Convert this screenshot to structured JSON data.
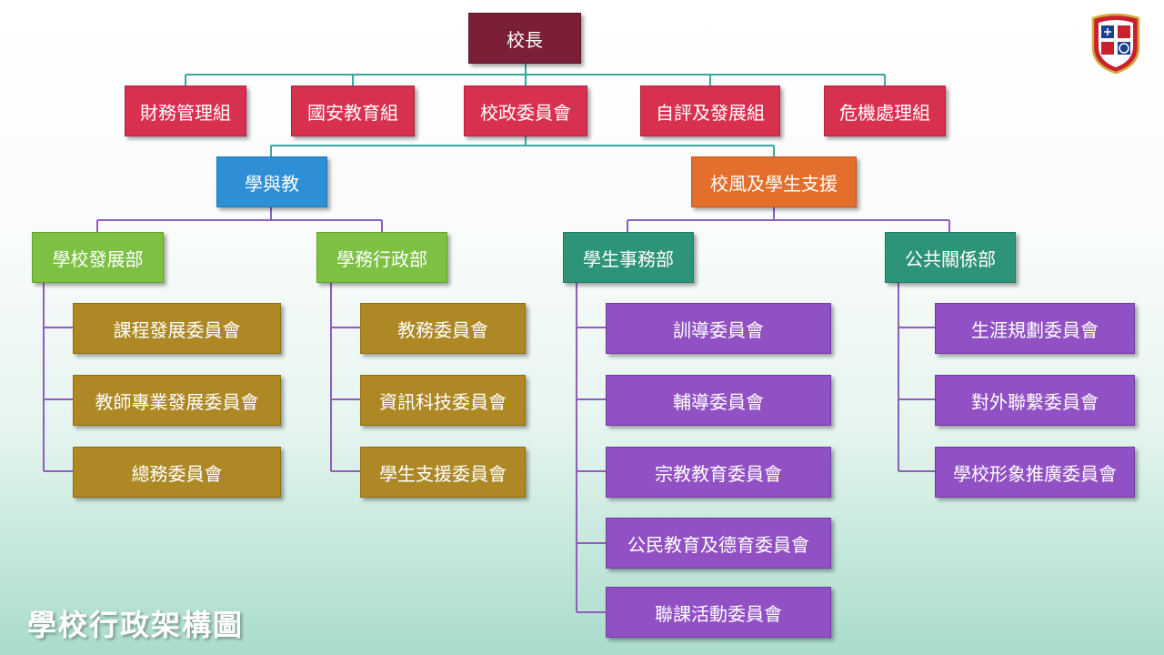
{
  "title": "學校行政架構圖",
  "colors": {
    "connector_teal": "#3aa8a0",
    "connector_purple": "#8f5cc0",
    "principal": "#7a1f35",
    "red": "#d8304f",
    "blue": "#2e8fd6",
    "orange": "#e46e2c",
    "green": "#7cc143",
    "teal": "#2e9479",
    "gold": "#ad8824",
    "purple": "#9150c4"
  },
  "org": {
    "principal": "校長",
    "level1": [
      "財務管理組",
      "國安教育組",
      "校政委員會",
      "自評及發展組",
      "危機處理組"
    ],
    "branches": {
      "teaching": "學與教",
      "support": "校風及學生支援"
    },
    "departments": {
      "school_development": {
        "name": "學校發展部",
        "committees": [
          "課程發展委員會",
          "教師專業發展委員會",
          "總務委員會"
        ]
      },
      "academic_admin": {
        "name": "學務行政部",
        "committees": [
          "教務委員會",
          "資訊科技委員會",
          "學生支援委員會"
        ]
      },
      "student_affairs": {
        "name": "學生事務部",
        "committees": [
          "訓導委員會",
          "輔導委員會",
          "宗教教育委員會",
          "公民教育及德育委員會",
          "聯課活動委員會"
        ]
      },
      "public_relations": {
        "name": "公共關係部",
        "committees": [
          "生涯規劃委員會",
          "對外聯繫委員會",
          "學校形象推廣委員會"
        ]
      }
    }
  },
  "logo": {
    "icon": "school-crest-icon"
  }
}
